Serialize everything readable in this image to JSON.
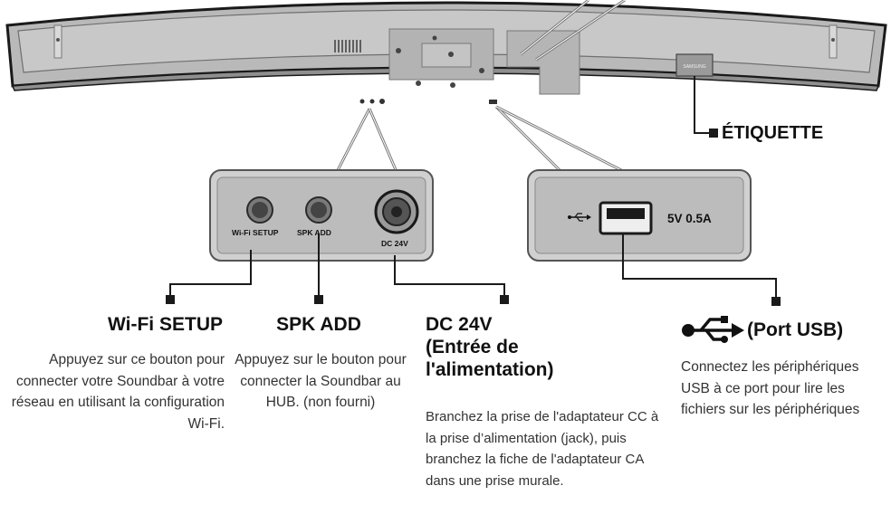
{
  "labels": {
    "etiquette": "ÉTIQUETTE",
    "brand": "SAMSUNG"
  },
  "panel_left": {
    "wifi_setup": "Wi-Fi SETUP",
    "spk_add": "SPK ADD",
    "dc_24v": "DC 24V"
  },
  "panel_right": {
    "usb_spec": "5V 0.5A"
  },
  "sections": {
    "wifi": {
      "title": "Wi-Fi SETUP",
      "desc": "Appuyez sur ce bouton pour connecter votre Soundbar à votre réseau en utilisant la configuration Wi-Fi."
    },
    "spk": {
      "title": "SPK ADD",
      "desc": "Appuyez sur le bouton pour connecter la Soundbar au HUB. (non fourni)"
    },
    "dc": {
      "title_line1": "DC 24V",
      "title_line2": "(Entrée de",
      "title_line3": "l'alimentation)",
      "desc": "Branchez la prise de l'adaptateur CC à la prise d’alimentation (jack), puis branchez la fiche de l'adaptateur CA dans une prise murale."
    },
    "usb": {
      "title": "(Port USB)",
      "desc": "Connectez les périphériques USB à ce port pour lire les fichiers sur les périphériques"
    }
  },
  "colors": {
    "bar_body": "#bdbdbd",
    "panel": "#cfcfcf",
    "outline": "#1a1a1a"
  },
  "icons": [
    "usb-icon"
  ]
}
